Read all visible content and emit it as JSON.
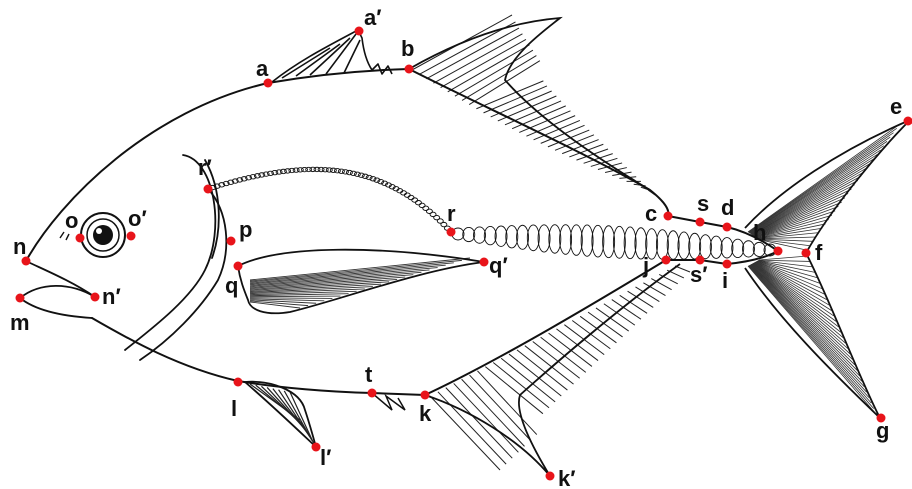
{
  "colors": {
    "outline": "#111111",
    "landmark": "#e8141a",
    "background": "#ffffff"
  },
  "landmarks": [
    {
      "id": "a",
      "label": "a"
    },
    {
      "id": "a2",
      "label": "a′"
    },
    {
      "id": "b",
      "label": "b"
    },
    {
      "id": "c",
      "label": "c"
    },
    {
      "id": "s",
      "label": "s"
    },
    {
      "id": "d",
      "label": "d"
    },
    {
      "id": "e",
      "label": "e"
    },
    {
      "id": "f",
      "label": "f"
    },
    {
      "id": "g",
      "label": "g"
    },
    {
      "id": "h",
      "label": "h"
    },
    {
      "id": "i",
      "label": "i"
    },
    {
      "id": "j",
      "label": "j"
    },
    {
      "id": "s2",
      "label": "s′"
    },
    {
      "id": "k",
      "label": "k"
    },
    {
      "id": "k2",
      "label": "k′"
    },
    {
      "id": "l",
      "label": "l"
    },
    {
      "id": "l2",
      "label": "l′"
    },
    {
      "id": "m",
      "label": "m"
    },
    {
      "id": "n",
      "label": "n"
    },
    {
      "id": "n2",
      "label": "n′"
    },
    {
      "id": "o",
      "label": "o"
    },
    {
      "id": "o2",
      "label": "o′"
    },
    {
      "id": "p",
      "label": "p"
    },
    {
      "id": "q",
      "label": "q"
    },
    {
      "id": "q2",
      "label": "q′"
    },
    {
      "id": "r",
      "label": "r"
    },
    {
      "id": "r2",
      "label": "r′"
    },
    {
      "id": "t",
      "label": "t"
    }
  ]
}
